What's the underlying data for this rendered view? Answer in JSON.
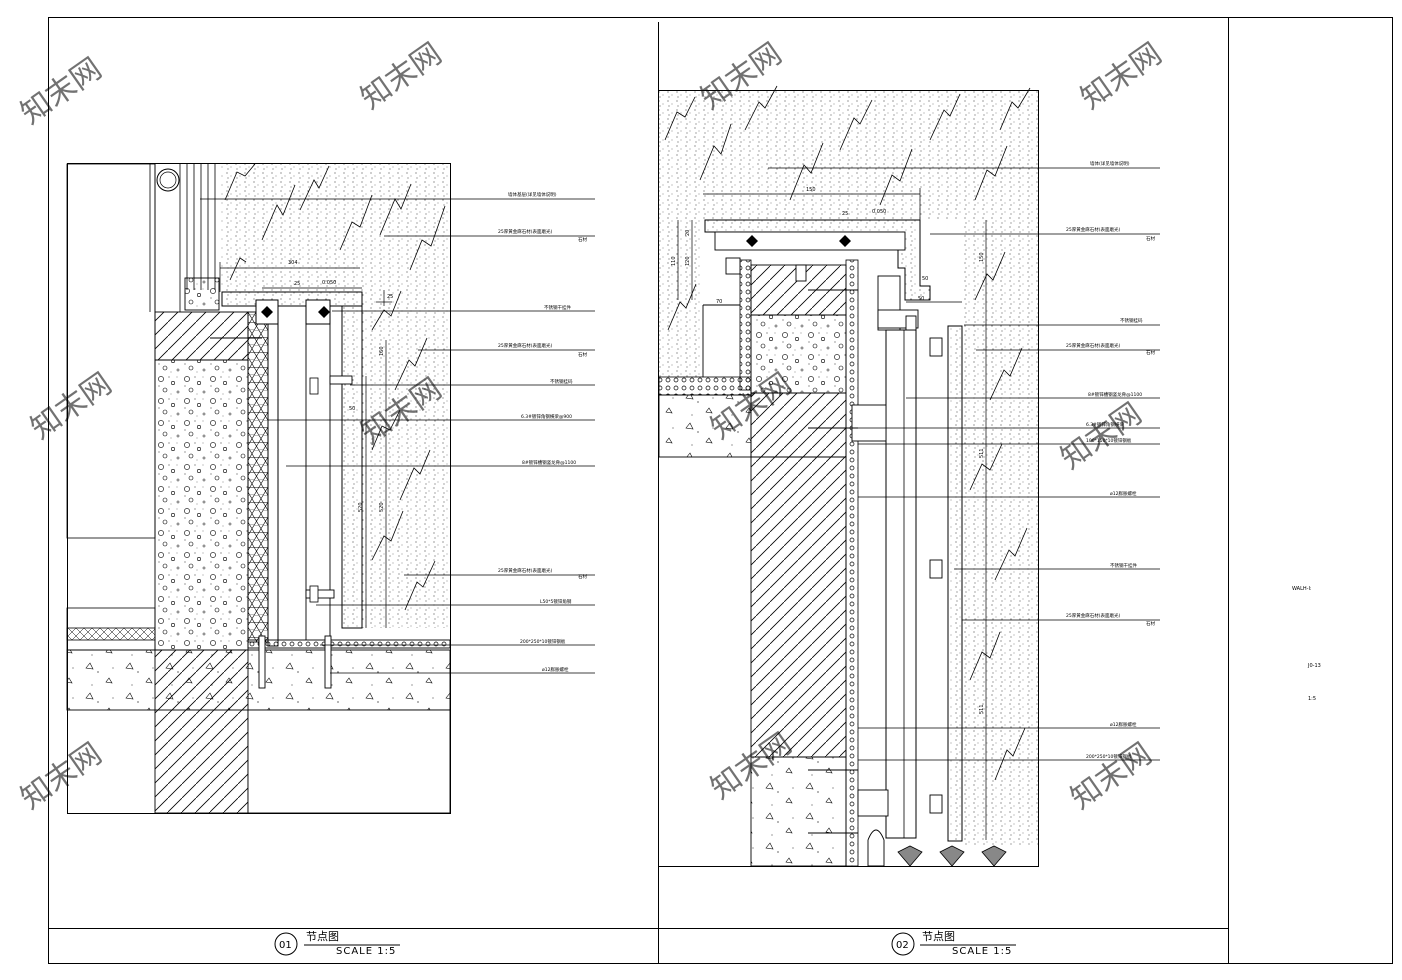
{
  "sheet": {
    "detail_1": {
      "number": "01",
      "title": "节点图",
      "scale": "SCALE   1:5"
    },
    "detail_2": {
      "number": "02",
      "title": "节点图",
      "scale": "SCALE   1:5"
    },
    "watermark": "知末网",
    "side_notes": [
      "WALH-I:",
      "J0-13",
      "1:5"
    ]
  },
  "detail_1": {
    "labels": [
      "墙体基层(详见墙体说明)",
      "25厚黄金麻石材(表面磨光)",
      "石材",
      "不锈钢干挂件",
      "25厚黄金麻石材(表面磨光)",
      "石材",
      "不锈钢挂码",
      "6.3#镀锌角钢横梁@900",
      "8#镀锌槽钢竖龙骨@1100",
      "25厚黄金麻石材(表面磨光)",
      "石材",
      "L50*5镀锌角钢",
      "200*250*10镀锌钢板",
      "ø12膨胀螺栓"
    ],
    "dimensions": [
      "304",
      "0.050",
      "25",
      "25",
      "160",
      "50",
      "520",
      "520"
    ]
  },
  "detail_2": {
    "labels": [
      "墙体(详见墙体说明)",
      "25厚黄金麻石材(表面磨光)",
      "石材",
      "不锈钢挂码",
      "25厚黄金麻石材(表面磨光)",
      "石材",
      "8#镀锌槽钢竖龙骨@1100",
      "6.3#镀锌角钢横梁",
      "100*150*10镀锌钢板",
      "ø12膨胀螺栓",
      "不锈钢干挂件",
      "25厚黄金麻石材(表面磨光)",
      "石材",
      "ø12膨胀螺栓",
      "200*250*10镀锌钢板"
    ],
    "dimensions": [
      "150",
      "0.050",
      "25",
      "110",
      "120",
      "20",
      "150",
      "50",
      "50",
      "511",
      "511",
      "70"
    ]
  }
}
